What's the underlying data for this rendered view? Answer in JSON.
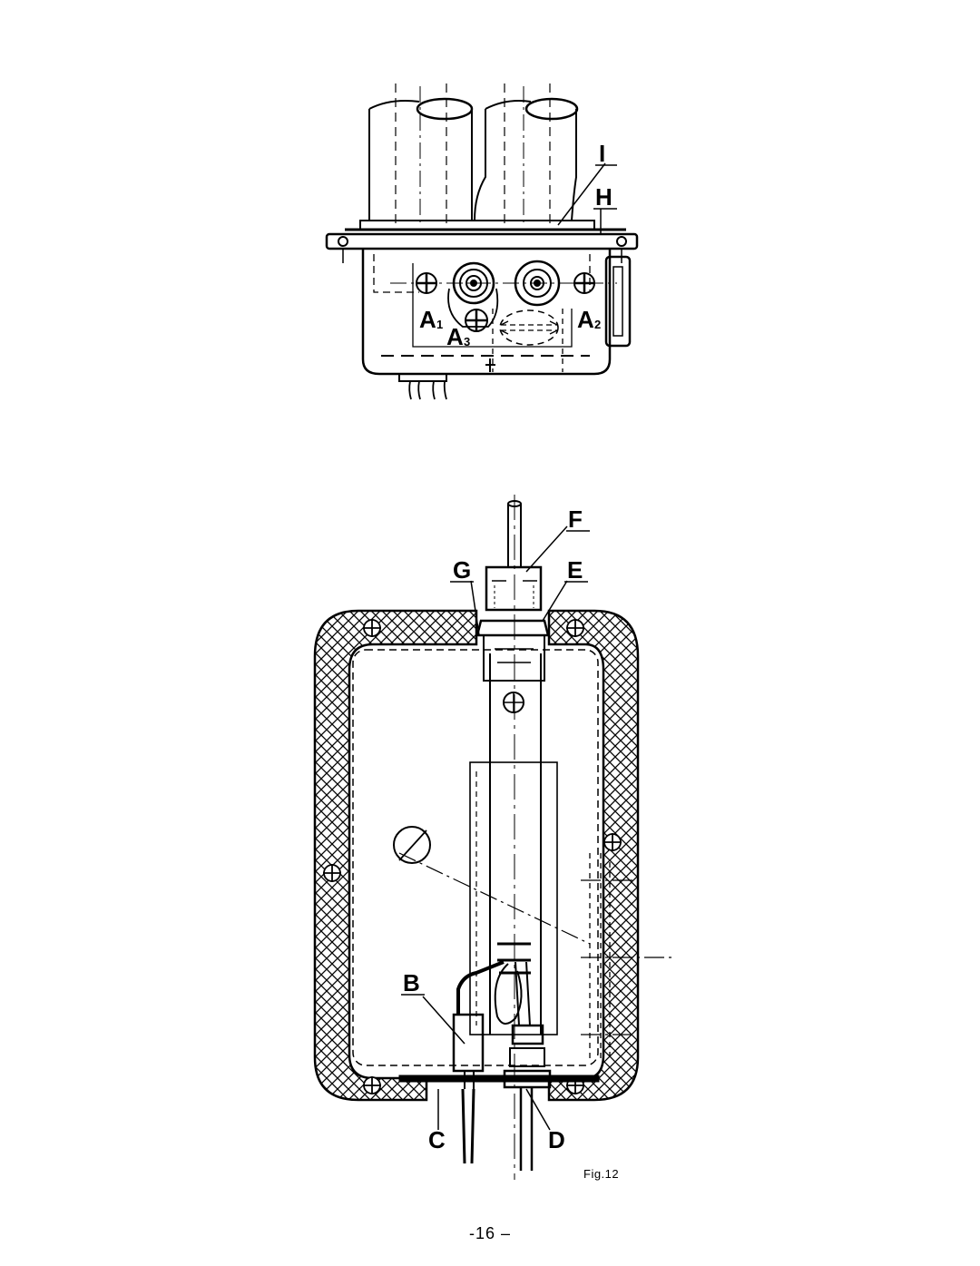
{
  "top_figure": {
    "labels": {
      "I": "I",
      "H": "H",
      "A1": "A",
      "A1_sub": "1",
      "A2": "A",
      "A2_sub": "2",
      "A3": "A",
      "A3_sub": "3"
    }
  },
  "bottom_figure": {
    "labels": {
      "F": "F",
      "G": "G",
      "E": "E",
      "B": "B",
      "C": "C",
      "D": "D"
    }
  },
  "caption": "Fig.12",
  "page_number": "-16 –"
}
